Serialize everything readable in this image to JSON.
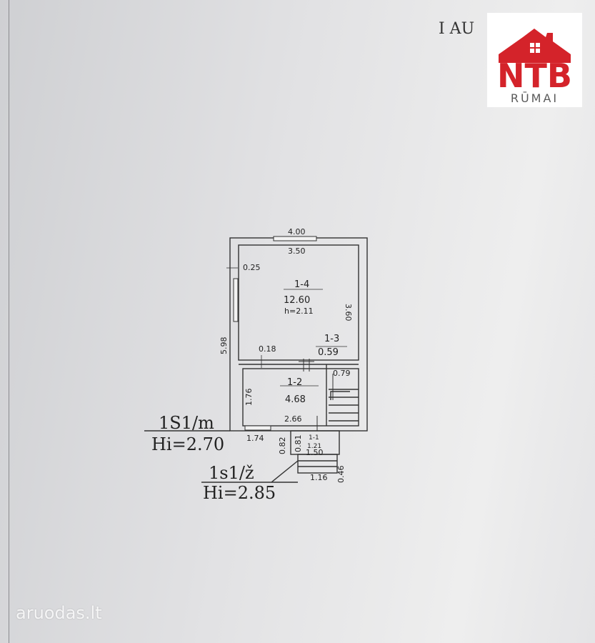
{
  "header": {
    "title_fragment": "I AU"
  },
  "logo": {
    "brand": "NTB",
    "subtitle": "RŪMAI"
  },
  "plan": {
    "dims": {
      "outer_width": "4.00",
      "inner_width": "3.50",
      "wall": "0.25",
      "height_total": "5.98",
      "room14_depth": "3.60",
      "d018": "0.18",
      "d079": "0.79",
      "d176": "1.76",
      "d266": "2.66",
      "d174": "1.74",
      "d082": "0.82",
      "d081": "0.81",
      "d150": "1.50",
      "d046": "0.46",
      "d116": "1.16"
    },
    "rooms": [
      {
        "id": "1-4",
        "area": "12.60",
        "height": "h=2.11"
      },
      {
        "id": "1-3",
        "area": "0.59"
      },
      {
        "id": "1-2",
        "area": "4.68"
      },
      {
        "id": "1-1",
        "area": "1.21"
      }
    ]
  },
  "levels": [
    {
      "name": "1S1/m",
      "value": "Hi=2.70"
    },
    {
      "name": "1s1/ž",
      "value": "Hi=2.85"
    }
  ],
  "watermark": {
    "text": "aruodas.lt"
  },
  "colors": {
    "logo_red": "#d4232a",
    "logo_grey": "#5a5a5a",
    "ink": "#222222"
  }
}
